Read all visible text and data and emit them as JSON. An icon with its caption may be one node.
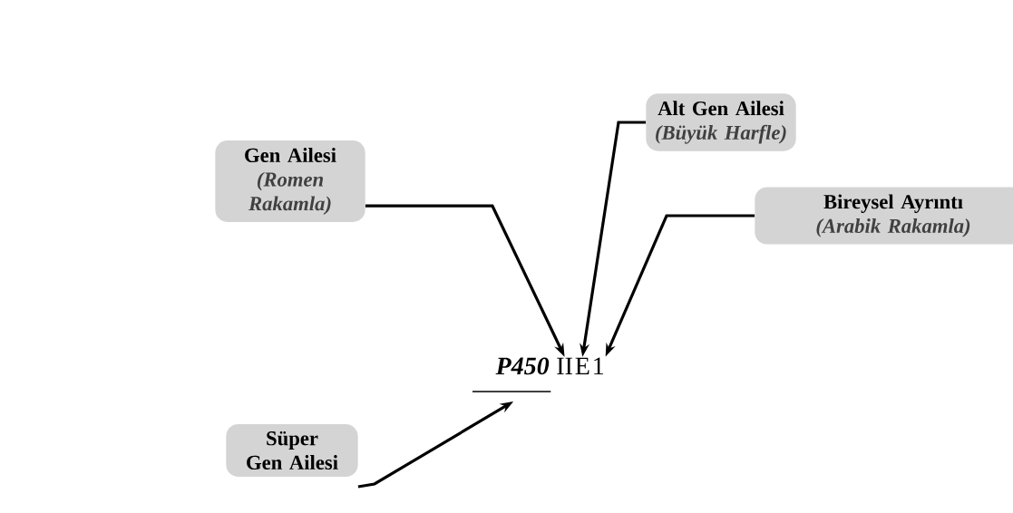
{
  "diagram": {
    "nodes": [
      {
        "text": [
          "Gen Ailesi",
          "(Romen Rakamla)"
        ]
      },
      {
        "text": [
          "Alt Gen Ailesi",
          "(Büyük Harfle)"
        ]
      },
      {
        "text": [
          "Bireysel Ayrıntı",
          "(Arabik Rakamla)"
        ]
      },
      {
        "text": [
          "Süper Gen Ailesi"
        ]
      },
      {
        "text": [
          "P450"
        ]
      },
      {
        "text": [
          "II"
        ]
      },
      {
        "text": [
          "E"
        ]
      },
      {
        "text": [
          "1"
        ]
      }
    ],
    "edges": [
      {
        "from": 0,
        "to": 5,
        "arrow": "to"
      },
      {
        "from": 1,
        "to": 6,
        "arrow": "to"
      },
      {
        "from": 2,
        "to": 7,
        "arrow": "to"
      },
      {
        "from": 3,
        "to": 4,
        "arrow": "to"
      }
    ]
  }
}
